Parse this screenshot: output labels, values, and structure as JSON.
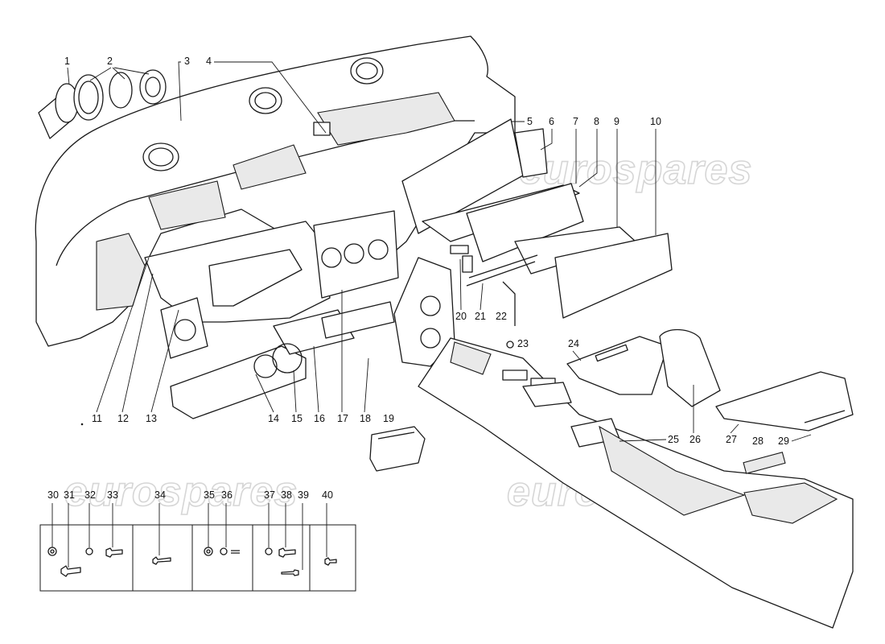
{
  "watermark": {
    "text": "eurospares",
    "color": "#d6d6d6"
  },
  "callouts": [
    "1",
    "2",
    "3",
    "4",
    "5",
    "6",
    "7",
    "8",
    "9",
    "10",
    "11",
    "12",
    "13",
    "14",
    "15",
    "16",
    "17",
    "18",
    "19",
    "20",
    "21",
    "22",
    "23",
    "24",
    "25",
    "26",
    "27",
    "28",
    "29",
    "30",
    "31",
    "32",
    "33",
    "34",
    "35",
    "36",
    "37",
    "38",
    "39",
    "40"
  ],
  "colors": {
    "ink": "#1a1a1a",
    "paper": "#ffffff",
    "texture": "#e9e9e9"
  }
}
